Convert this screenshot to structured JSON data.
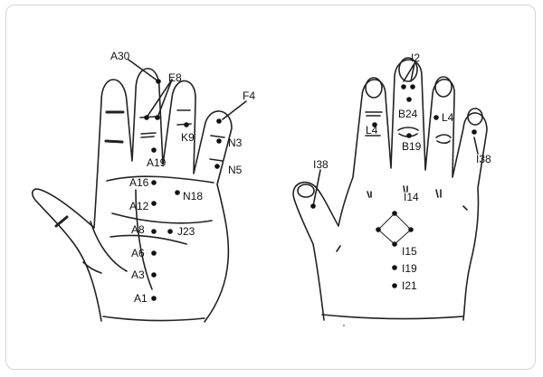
{
  "diagram": {
    "left_hand": {
      "labels": {
        "a30": "A30",
        "e8": "E8",
        "f4": "F4",
        "k9": "K9",
        "n3": "N3",
        "n5": "N5",
        "a19": "A19",
        "a16": "A16",
        "n18": "N18",
        "a12": "A12",
        "a8": "A8",
        "j23": "J23",
        "a6": "A6",
        "a3": "A3",
        "a1": "A1"
      }
    },
    "right_hand": {
      "labels": {
        "i2": "I2",
        "b24": "B24",
        "l4_left": "L4",
        "l4_right": "L4",
        "b19": "B19",
        "i38_left": "I38",
        "i38_right": "I38",
        "i14": "I14",
        "i15": "I15",
        "i19": "I19",
        "i21": "I21"
      }
    }
  }
}
